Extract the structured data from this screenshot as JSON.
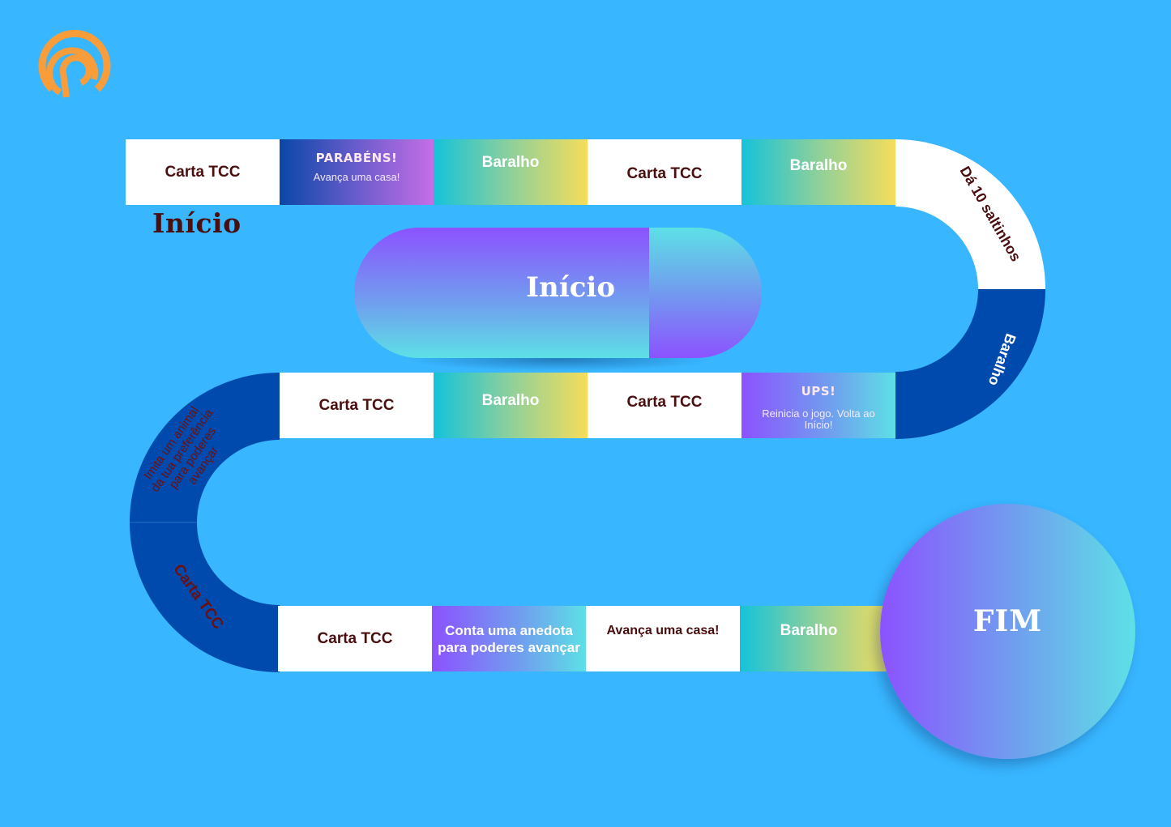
{
  "logo": {
    "icon": "concentric-p-logo",
    "color": "#f99d3a"
  },
  "start_label": "Início",
  "start_pill": {
    "label": "Início"
  },
  "end_circle": {
    "label": "FIM"
  },
  "colors": {
    "background": "#38b6ff",
    "dark_text": "#4a0e0e",
    "curve_blue": "#004aad",
    "logo_orange": "#f99d3a"
  },
  "row1": [
    {
      "type": "carta",
      "label": "Carta TCC"
    },
    {
      "type": "parabens",
      "title": "PARABÉNS!",
      "text": "Avança uma casa!"
    },
    {
      "type": "baralho",
      "label": "Baralho"
    },
    {
      "type": "carta",
      "label": "Carta TCC"
    },
    {
      "type": "baralho",
      "label": "Baralho"
    }
  ],
  "curve_right": [
    {
      "label": "Dá 10 saltinhos"
    },
    {
      "label": "Baralho"
    }
  ],
  "row2": [
    {
      "type": "carta",
      "label": "Carta TCC"
    },
    {
      "type": "baralho",
      "label": "Baralho"
    },
    {
      "type": "carta",
      "label": "Carta TCC"
    },
    {
      "type": "ups",
      "title": "UPS!",
      "text": "Reinicia o jogo. Volta ao Início!"
    }
  ],
  "curve_left": [
    {
      "lines": [
        "Imita um animal",
        "da tua preferência",
        "para poderes",
        "avançar"
      ]
    },
    {
      "label": "Carta TCC"
    }
  ],
  "row3": [
    {
      "type": "carta",
      "label": "Carta TCC"
    },
    {
      "type": "conta",
      "label": "Conta uma anedota para poderes avançar"
    },
    {
      "type": "avanca",
      "label": "Avança uma casa!"
    },
    {
      "type": "baralho",
      "label": "Baralho"
    }
  ]
}
